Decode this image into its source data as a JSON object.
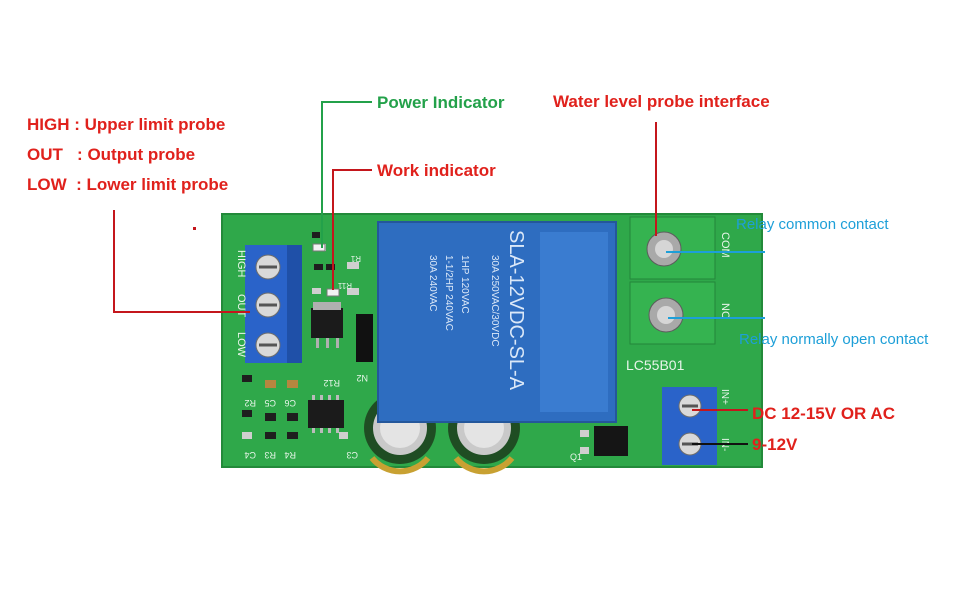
{
  "legend": {
    "high": "HIGH : Upper limit probe",
    "out": "OUT   : Output probe",
    "low": "LOW  : Lower limit probe"
  },
  "callouts": {
    "power_indicator": "Power Indicator",
    "work_indicator": "Work indicator",
    "probe_interface": "Water level probe interface",
    "relay_common": "Relay common contact",
    "relay_no": "Relay normally open contact",
    "power_line1": "DC 12-15V OR AC",
    "power_line2": "9-12V"
  },
  "board": {
    "left_terminal": [
      "HIGH",
      "OUT",
      "LOW"
    ],
    "relay_lines": [
      "SLA-12VDC-SL-A",
      "30A 250VAC/30VDC",
      "1HP 120VAC",
      "1-1/2HP 240VAC",
      "30A 240VAC"
    ],
    "relay_terminal": [
      "COM",
      "NO"
    ],
    "model": "LC55B01",
    "power_terminal": [
      "IN+",
      "IN-"
    ],
    "silkscreen": [
      "R12",
      "N2",
      "R1",
      "R11",
      "C5",
      "C6",
      "R2",
      "R3",
      "R4",
      "C4",
      "C3",
      "Q1"
    ]
  },
  "colors": {
    "pcb": "#2fa84a",
    "relay": "#2e6dc0",
    "label_red": "#e0211c",
    "label_green": "#23a14a",
    "label_blue": "#1d9fd8"
  }
}
